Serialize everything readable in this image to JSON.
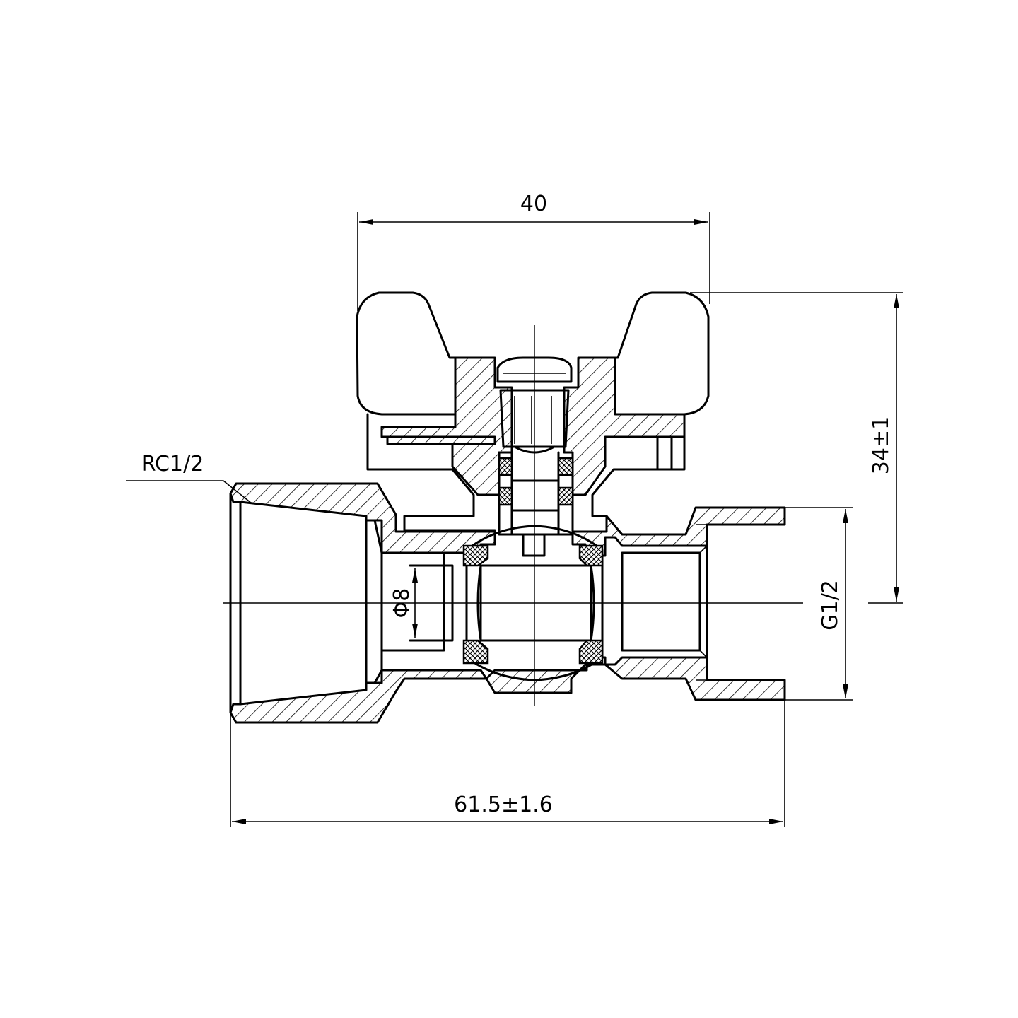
{
  "dimensions": {
    "handle_width": "40",
    "overall_height": "34±1",
    "overall_length": "61.5±1.6",
    "bore_diameter": "Φ8",
    "inlet_thread": "RC1/2",
    "outlet_thread": "G1/2"
  }
}
